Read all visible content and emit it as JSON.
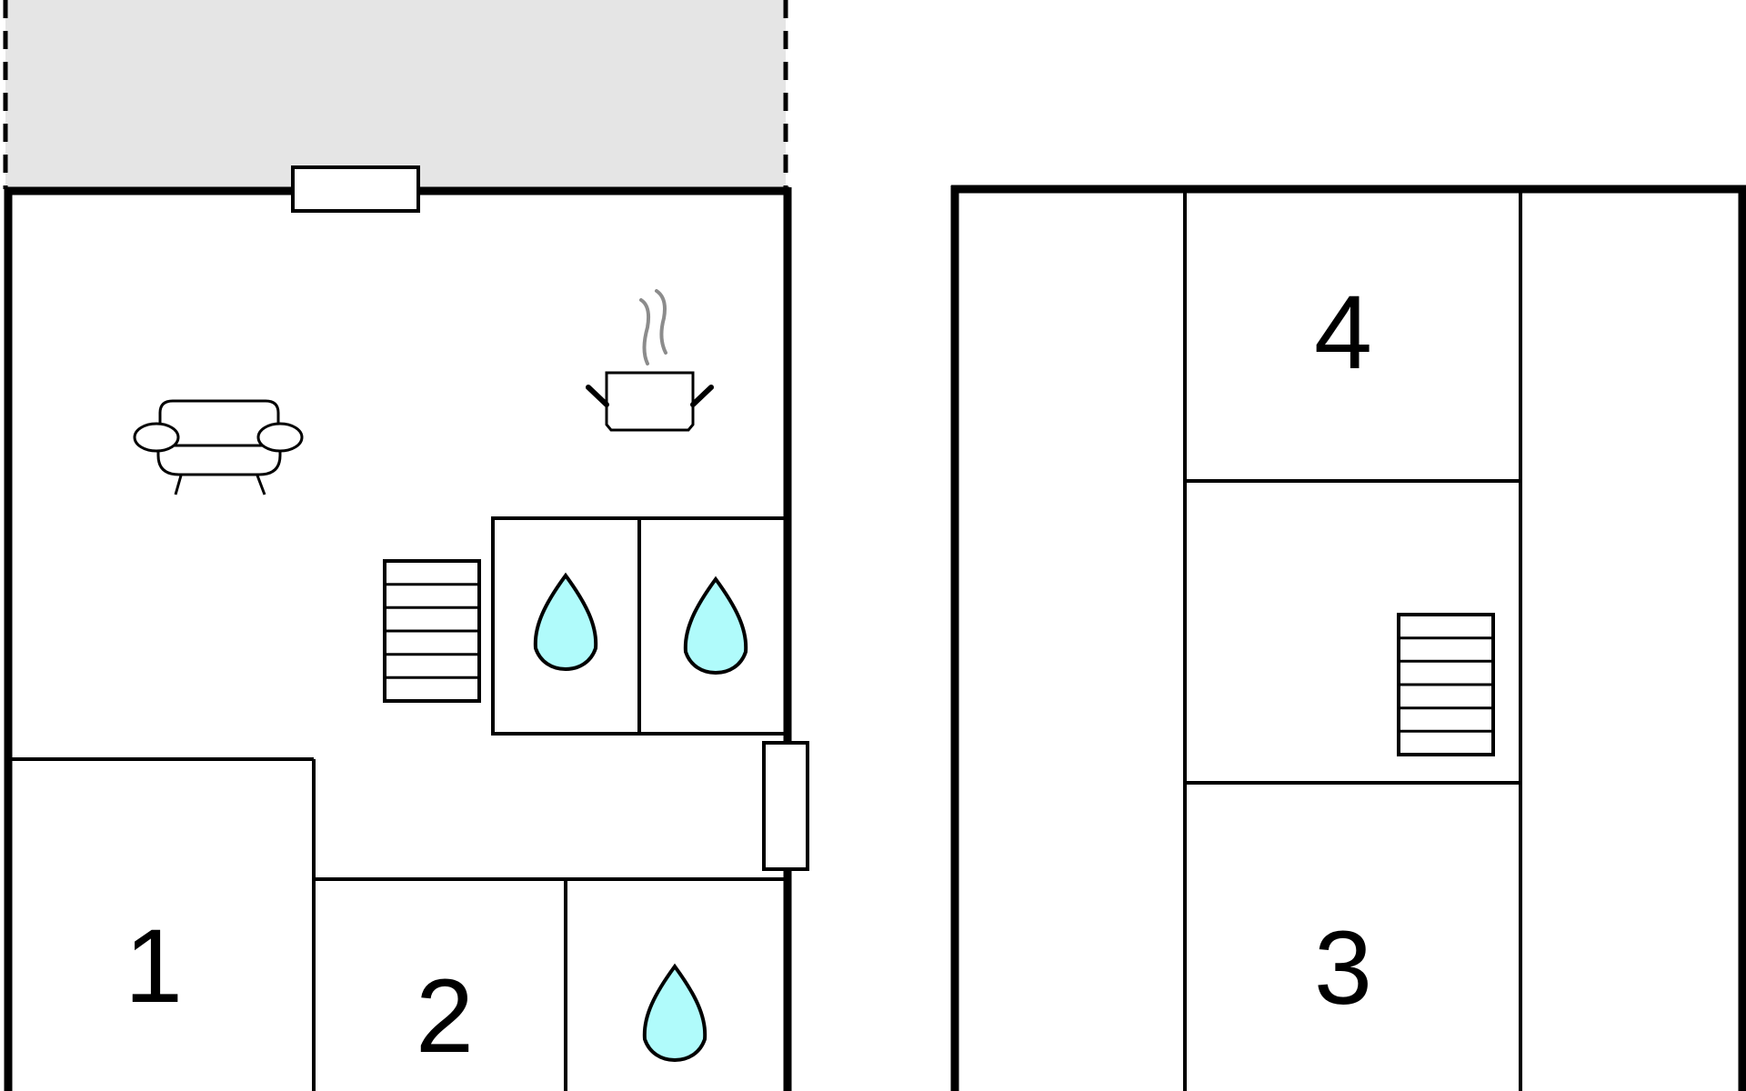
{
  "floor_plan": {
    "rooms": [
      {
        "label": "1"
      },
      {
        "label": "2"
      },
      {
        "label": "3"
      },
      {
        "label": "4"
      }
    ],
    "icons": [
      "sofa-icon",
      "cooking-pot-icon",
      "staircase-icon",
      "water-drop-icon"
    ],
    "colors": {
      "terrace_fill": "#e5e5e5",
      "water_drop_fill": "#b0fbfb",
      "steam": "#8c8c8c",
      "walls": "#000000"
    }
  }
}
